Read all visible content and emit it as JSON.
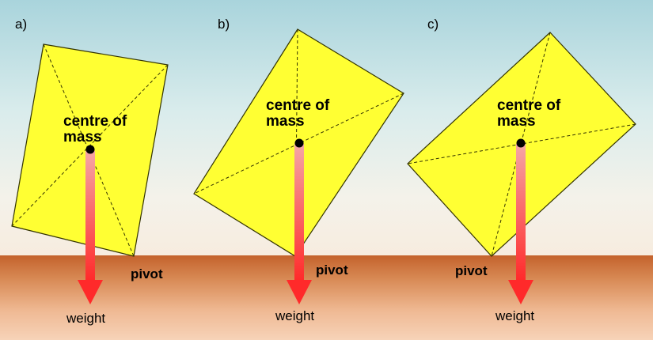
{
  "panels": [
    {
      "label": "a)",
      "centre_label": "centre of\nmass",
      "pivot_label": "pivot",
      "weight_label": "weight"
    },
    {
      "label": "b)",
      "centre_label": "centre of\nmass",
      "pivot_label": "pivot",
      "weight_label": "weight"
    },
    {
      "label": "c)",
      "centre_label": "centre of\nmass",
      "pivot_label": "pivot",
      "weight_label": "weight"
    }
  ],
  "colors": {
    "block_fill": "#ffff33",
    "block_stroke": "#333300",
    "arrow_top": "#f5a6a6",
    "arrow_bottom": "#ff2a2a",
    "ground": "#c4622c"
  }
}
